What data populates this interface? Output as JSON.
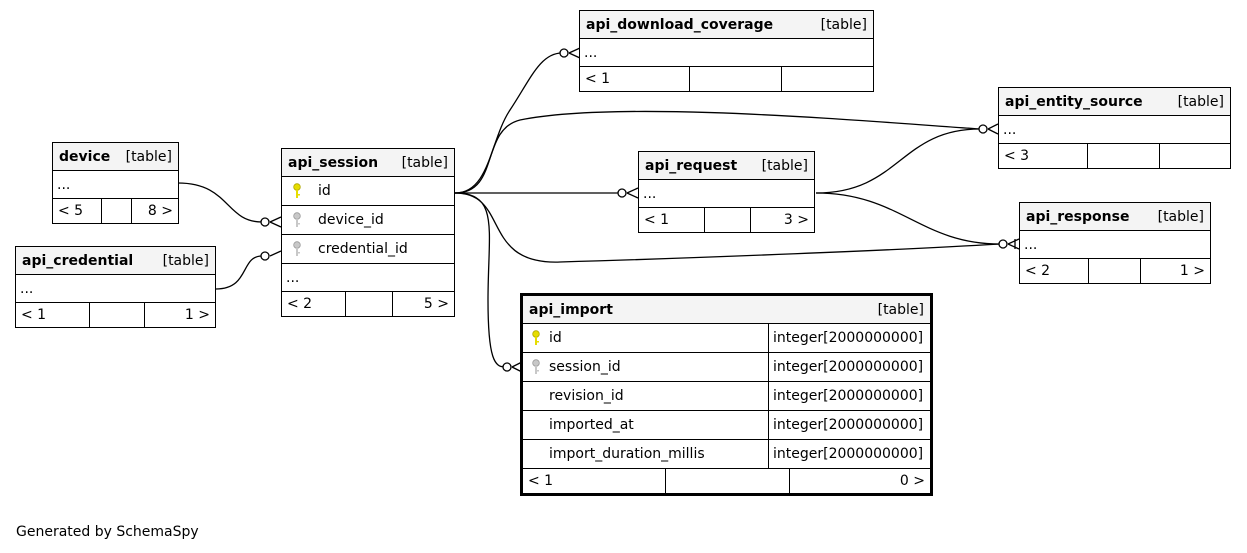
{
  "tables": {
    "api_download_coverage": {
      "name": "api_download_coverage",
      "kind": "[table]",
      "more": "...",
      "footer": [
        "< 1",
        "",
        ""
      ]
    },
    "api_entity_source": {
      "name": "api_entity_source",
      "kind": "[table]",
      "more": "...",
      "footer": [
        "< 3",
        "",
        ""
      ]
    },
    "device": {
      "name": "device",
      "kind": "[table]",
      "more": "...",
      "footer": [
        "< 5",
        "",
        "8 >"
      ]
    },
    "api_session": {
      "name": "api_session",
      "kind": "[table]",
      "columns": [
        "id",
        "device_id",
        "credential_id"
      ],
      "more": "...",
      "footer": [
        "< 2",
        "",
        "5 >"
      ]
    },
    "api_request": {
      "name": "api_request",
      "kind": "[table]",
      "more": "...",
      "footer": [
        "< 1",
        "",
        "3 >"
      ]
    },
    "api_response": {
      "name": "api_response",
      "kind": "[table]",
      "more": "...",
      "footer": [
        "< 2",
        "",
        "1 >"
      ]
    },
    "api_credential": {
      "name": "api_credential",
      "kind": "[table]",
      "more": "...",
      "footer": [
        "< 1",
        "",
        "1 >"
      ]
    },
    "api_import": {
      "name": "api_import",
      "kind": "[table]",
      "columns": [
        {
          "name": "id",
          "type": "integer[2000000000]"
        },
        {
          "name": "session_id",
          "type": "integer[2000000000]"
        },
        {
          "name": "revision_id",
          "type": "integer[2000000000]"
        },
        {
          "name": "imported_at",
          "type": "integer[2000000000]"
        },
        {
          "name": "import_duration_millis",
          "type": "integer[2000000000]"
        }
      ],
      "footer": [
        "< 1",
        "",
        "0 >"
      ]
    }
  },
  "colors": {
    "primary_key": "#e6dd00",
    "foreign_key": "#b8b8b8",
    "header_bg": "#f4f4f4"
  },
  "credit": "Generated by SchemaSpy"
}
